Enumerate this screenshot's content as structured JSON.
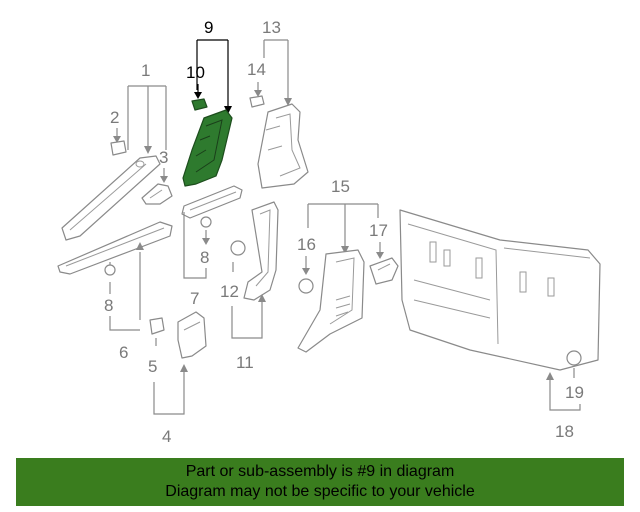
{
  "highlight_color": "#2e7a2e",
  "banner_color": "#3a7d1e",
  "callouts": {
    "c1": "1",
    "c2": "2",
    "c3": "3",
    "c4": "4",
    "c5": "5",
    "c6": "6",
    "c7": "7",
    "c8a": "8",
    "c8b": "8",
    "c9": "9",
    "c10": "10",
    "c11": "11",
    "c12": "12",
    "c13": "13",
    "c14": "14",
    "c15": "15",
    "c16": "16",
    "c17": "17",
    "c18": "18",
    "c19": "19"
  },
  "banner": {
    "line1": "Part or sub-assembly is #9 in diagram",
    "line2": "Diagram may not be specific to your vehicle"
  }
}
